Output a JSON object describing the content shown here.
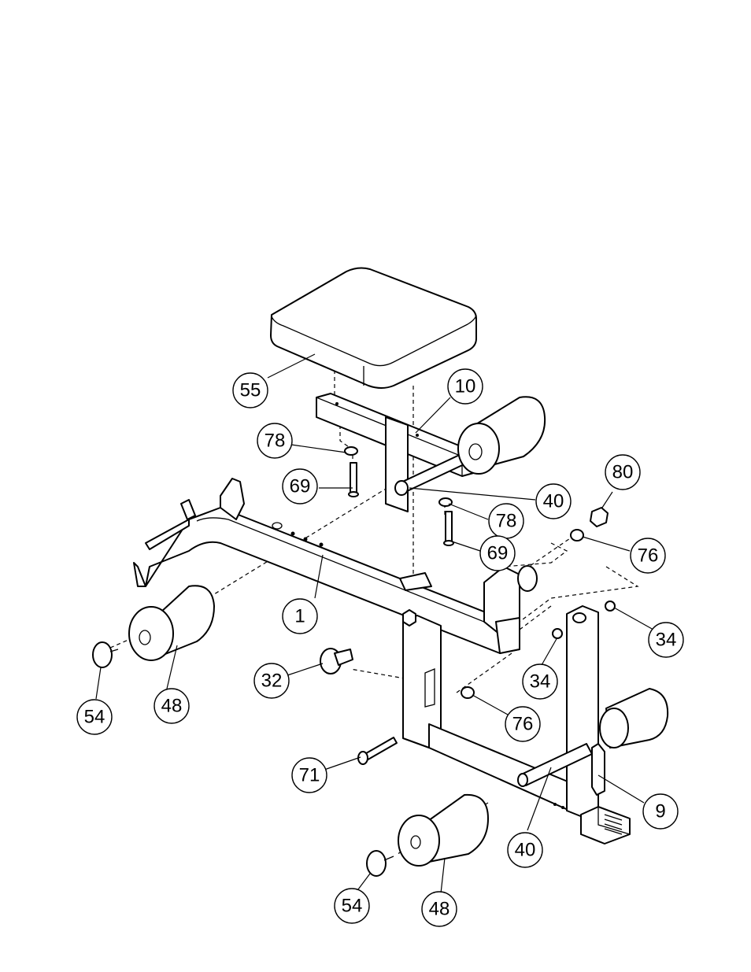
{
  "callouts": {
    "c55": "55",
    "c10": "10",
    "c78a": "78",
    "c69a": "69",
    "c40a": "40",
    "c80": "80",
    "c78b": "78",
    "c76a": "76",
    "c69b": "69",
    "c1": "1",
    "c34a": "34",
    "c32": "32",
    "c34b": "34",
    "c54a": "54",
    "c48a": "48",
    "c76b": "76",
    "c71": "71",
    "c9": "9",
    "c40b": "40",
    "c54b": "54",
    "c48b": "48"
  }
}
